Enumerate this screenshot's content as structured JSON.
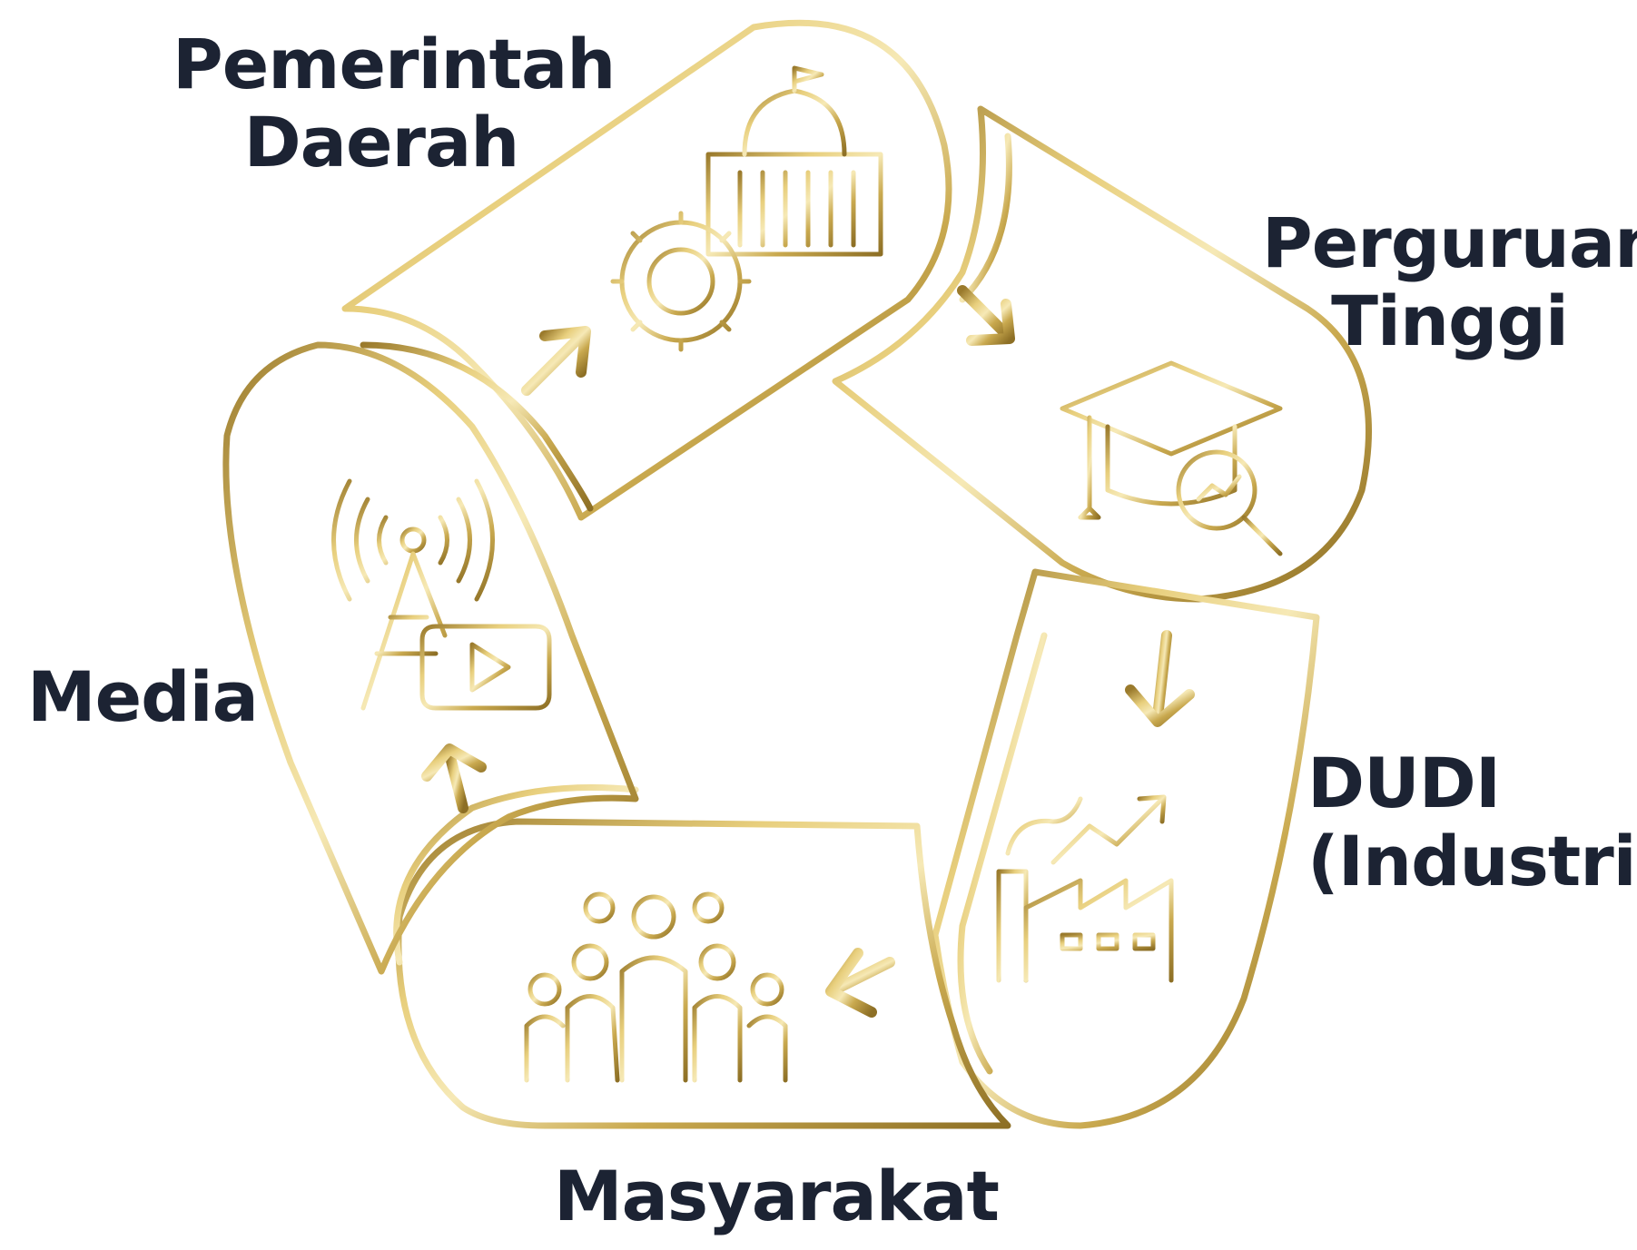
{
  "nodes": [
    {
      "id": "pemerintah",
      "line1": "Pemerintah",
      "line2": "Daerah",
      "icon": "government-building-gear-icon"
    },
    {
      "id": "perguruan",
      "line1": "Perguruan",
      "line2": "Tinggi",
      "icon": "graduation-cap-magnifier-icon"
    },
    {
      "id": "dudi",
      "line1": "DUDI",
      "line2": "(Industri)",
      "icon": "factory-growth-icon"
    },
    {
      "id": "masyarakat",
      "line1": "Masyarakat",
      "icon": "people-crowd-icon"
    },
    {
      "id": "media",
      "line1": "Media",
      "icon": "broadcast-tower-video-icon"
    }
  ],
  "colors": {
    "gold_light": "#f3e2a4",
    "gold": "#c9a94f",
    "gold_dark": "#9a7a2c",
    "label": "#1c2333"
  }
}
